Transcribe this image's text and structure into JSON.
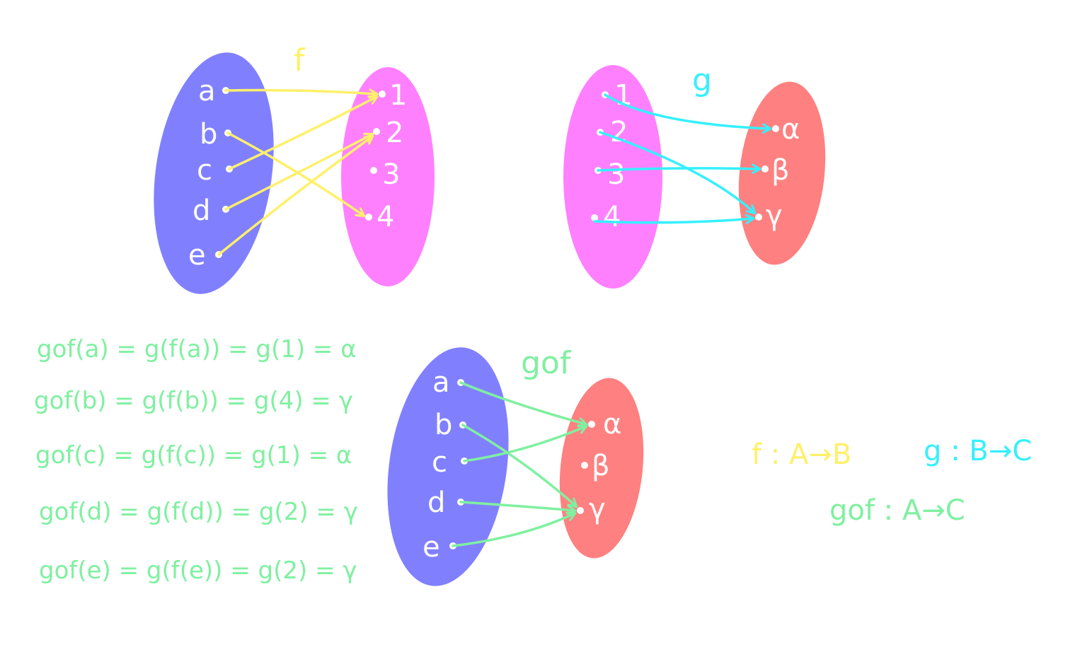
{
  "colors": {
    "set_a": "#8080ff",
    "set_b": "#ff80ff",
    "set_c": "#ff8080",
    "arrow_f": "#fff06a",
    "arrow_g": "#35f0ff",
    "arrow_gof": "#7ff0a0"
  },
  "diagram_f": {
    "name": "f",
    "domain": [
      "a",
      "b",
      "c",
      "d",
      "e"
    ],
    "codomain": [
      "1",
      "2",
      "3",
      "4"
    ],
    "mapping": [
      [
        "a",
        "1"
      ],
      [
        "b",
        "4"
      ],
      [
        "c",
        "1"
      ],
      [
        "d",
        "2"
      ],
      [
        "e",
        "2"
      ]
    ]
  },
  "diagram_g": {
    "name": "g",
    "domain": [
      "1",
      "2",
      "3",
      "4"
    ],
    "codomain": [
      "α",
      "β",
      "γ"
    ],
    "mapping": [
      [
        "1",
        "α"
      ],
      [
        "2",
        "γ"
      ],
      [
        "3",
        "β"
      ],
      [
        "4",
        "γ"
      ]
    ]
  },
  "diagram_gof": {
    "name": "gof",
    "domain": [
      "a",
      "b",
      "c",
      "d",
      "e"
    ],
    "codomain": [
      "α",
      "β",
      "γ"
    ],
    "mapping": [
      [
        "a",
        "α"
      ],
      [
        "b",
        "γ"
      ],
      [
        "c",
        "α"
      ],
      [
        "d",
        "γ"
      ],
      [
        "e",
        "γ"
      ]
    ]
  },
  "equations": [
    "gof(a) = g(f(a)) = g(1) = α",
    "gof(b) = g(f(b)) = g(4) = γ",
    "gof(c) = g(f(c)) = g(1) = α",
    "gof(d) = g(f(d)) = g(2) = γ",
    "gof(e) = g(f(e)) = g(2) = γ"
  ],
  "notes": {
    "f_sig": "f : A→B",
    "g_sig": "g : B→C",
    "gof_sig": "gof : A→C"
  }
}
